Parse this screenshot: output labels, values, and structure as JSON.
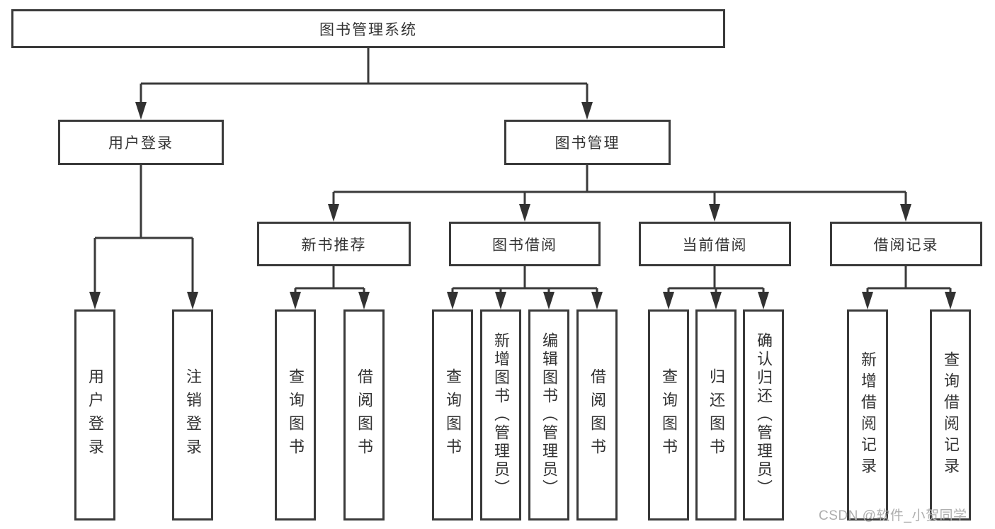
{
  "diagram_title": "图书管理系统",
  "tree": {
    "root": {
      "id": "root",
      "label": "图书管理系统"
    },
    "level2": [
      {
        "id": "user-login",
        "label": "用户登录",
        "parent": "root"
      },
      {
        "id": "book-management",
        "label": "图书管理",
        "parent": "root"
      }
    ],
    "level3": [
      {
        "id": "new-book-recommend",
        "label": "新书推荐",
        "parent": "book-management"
      },
      {
        "id": "book-borrow",
        "label": "图书借阅",
        "parent": "book-management"
      },
      {
        "id": "current-borrow",
        "label": "当前借阅",
        "parent": "book-management"
      },
      {
        "id": "borrow-records",
        "label": "借阅记录",
        "parent": "book-management"
      }
    ],
    "leaves": [
      {
        "label": "用户登录",
        "parent": "user-login"
      },
      {
        "label": "注销登录",
        "parent": "user-login"
      },
      {
        "label": "查询图书",
        "parent": "new-book-recommend"
      },
      {
        "label": "借阅图书",
        "parent": "new-book-recommend"
      },
      {
        "label": "查询图书",
        "parent": "book-borrow"
      },
      {
        "label": "新增图书（管理员）",
        "parent": "book-borrow"
      },
      {
        "label": "编辑图书（管理员）",
        "parent": "book-borrow"
      },
      {
        "label": "借阅图书",
        "parent": "book-borrow"
      },
      {
        "label": "查询图书",
        "parent": "current-borrow"
      },
      {
        "label": "归还图书",
        "parent": "current-borrow"
      },
      {
        "label": "确认归还（管理员）",
        "parent": "current-borrow"
      },
      {
        "label": "新增借阅记录",
        "parent": "borrow-records"
      },
      {
        "label": "查询借阅记录",
        "parent": "borrow-records"
      }
    ]
  },
  "watermark": "CSDN @软件_小贺同学",
  "colors": {
    "background": "#ffffff",
    "box_border": "#3a3a3a",
    "connector_line": "#3a3a3a",
    "arrowhead": "#323232",
    "text": "#333333",
    "watermark_text": "#aeaeae"
  }
}
